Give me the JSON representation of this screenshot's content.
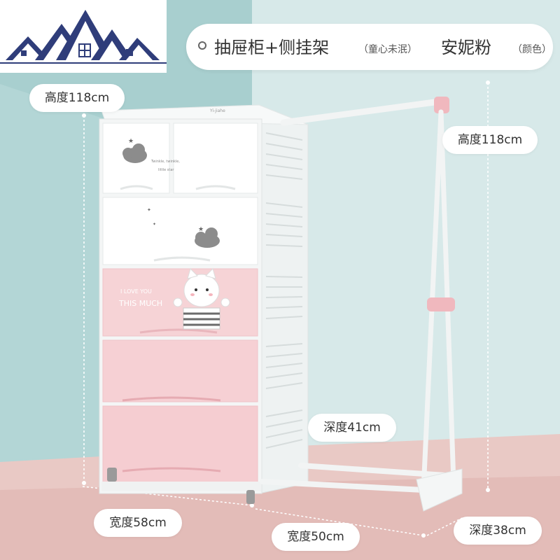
{
  "header": {
    "title_main": "抽屉柜+侧挂架",
    "title_sub": "（童心未泯）",
    "color_name": "安妮粉",
    "color_sub": "（颜色）"
  },
  "dimensions": {
    "cabinet_height": "高度118cm",
    "rack_height": "高度118cm",
    "cabinet_depth": "深度41cm",
    "cabinet_width": "宽度58cm",
    "rack_width": "宽度50cm",
    "rack_depth": "深度38cm"
  },
  "product_prints": {
    "brand": "Yi-jiahe",
    "drawer_small_text": "Twinkle, twinkle, little star",
    "drawer_text_line1": "I LOVE YOU",
    "drawer_text_line2": "THIS MUCH"
  },
  "colors": {
    "background_left": "#9fc9c9",
    "background_right": "#cfe2e2",
    "floor": "#e8c7c3",
    "pink": "#f2ccd0",
    "rack_pink": "#f0b9bf"
  }
}
